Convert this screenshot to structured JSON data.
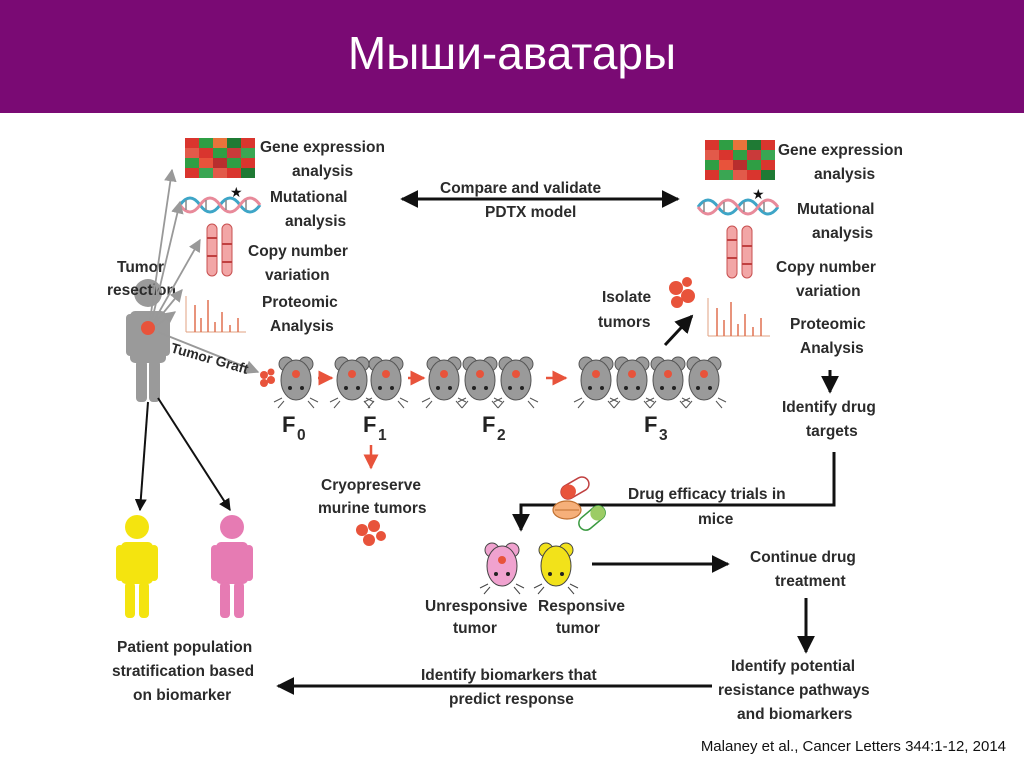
{
  "slide": {
    "title": "Мыши-аватары",
    "citation": "Malaney et al., Cancer Letters 344:1-12, 2014"
  },
  "labels": {
    "gene_left_1": "Gene expression",
    "gene_left_2": "analysis",
    "mut_left_1": "Mutational",
    "mut_left_2": "analysis",
    "cnv_left_1": "Copy number",
    "cnv_left_2": "variation",
    "prot_left_1": "Proteomic",
    "prot_left_2": "Analysis",
    "gene_right_1": "Gene expression",
    "gene_right_2": "analysis",
    "mut_right_1": "Mutational",
    "mut_right_2": "analysis",
    "cnv_right_1": "Copy number",
    "cnv_right_2": "variation",
    "prot_right_1": "Proteomic",
    "prot_right_2": "Analysis",
    "compare_1": "Compare and validate",
    "compare_2": "PDTX model",
    "tumor_resection_1": "Tumor",
    "tumor_resection_2": "resection",
    "tumor_graft": "Tumor Graft",
    "isolate_1": "Isolate",
    "isolate_2": "tumors",
    "gen_f0": "F",
    "gen_f0_sub": "0",
    "gen_f1": "F",
    "gen_f1_sub": "1",
    "gen_f2": "F",
    "gen_f2_sub": "2",
    "gen_f3": "F",
    "gen_f3_sub": "3",
    "cryo_1": "Cryopreserve",
    "cryo_2": "murine tumors",
    "identify_drug_1": "Identify drug",
    "identify_drug_2": "targets",
    "efficacy_1": "Drug efficacy trials in",
    "efficacy_2": "mice",
    "unresponsive_1": "Unresponsive",
    "unresponsive_2": "tumor",
    "responsive_1": "Responsive",
    "responsive_2": "tumor",
    "continue_1": "Continue drug",
    "continue_2": "treatment",
    "resistance_1": "Identify potential",
    "resistance_2": "resistance pathways",
    "resistance_3": "and biomarkers",
    "biomarkers_1": "Identify biomarkers that",
    "biomarkers_2": "predict response",
    "patient_1": "Patient population",
    "patient_2": "stratification based",
    "patient_3": "on biomarker"
  },
  "colors": {
    "header_bg": "#7a0a74",
    "tumor_red": "#e8533b",
    "mouse_gray": "#9a9a9a",
    "person_gray": "#9a9a9a",
    "person_yellow": "#f4e40f",
    "person_pink": "#e67bb3",
    "mouse_pink": "#f0a2cf",
    "mouse_yellow": "#f2e21a"
  }
}
